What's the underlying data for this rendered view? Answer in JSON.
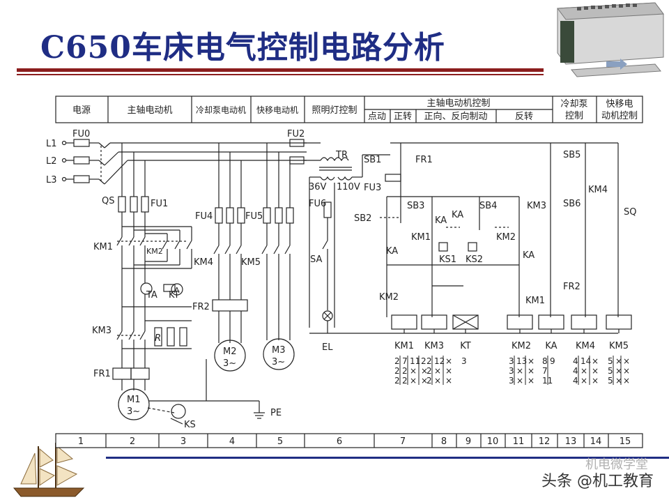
{
  "title": "C650车床电气控制电路分析",
  "header_cells": [
    "电源",
    "主轴电动机",
    "冷却泵电动机",
    "快移电动机",
    "照明灯控制"
  ],
  "spindle_control": {
    "label": "主轴电动机控制",
    "sub": [
      "点动",
      "正转",
      "正向、反向制动",
      "反转"
    ]
  },
  "coolant_control": [
    "冷却泵",
    "控制"
  ],
  "rapid_control": [
    "快移电",
    "动机控制"
  ],
  "columns": [
    "1",
    "2",
    "3",
    "4",
    "5",
    "6",
    "7",
    "8",
    "9",
    "10",
    "11",
    "12",
    "13",
    "14",
    "15"
  ],
  "labels": {
    "L1": "L1",
    "L2": "L2",
    "L3": "L3",
    "FU0": "FU0",
    "QS": "QS",
    "FU1": "FU1",
    "KM1": "KM1",
    "KM2": "KM2",
    "TA": "TA",
    "KT": "KT",
    "A": "A",
    "KM3": "KM3",
    "R": "R",
    "FR1": "FR1",
    "M1": "M1",
    "M1s": "3~",
    "KS": "KS",
    "FU4": "FU4",
    "FU5": "FU5",
    "KM4": "KM4",
    "KM5": "KM5",
    "FR2": "FR2",
    "M2": "M2",
    "M2s": "3~",
    "M3": "M3",
    "M3s": "3~",
    "PE": "PE",
    "FU2": "FU2",
    "TR": "TR",
    "V36": "36V",
    "V110": "110V",
    "FU3": "FU3",
    "FU6": "FU6",
    "SA": "SA",
    "EL": "EL",
    "SB1": "SB1",
    "FR1c": "FR1",
    "SB3": "SB3",
    "SB4": "SB4",
    "SB2": "SB2",
    "KA": "KA",
    "KS1": "KS1",
    "KS2": "KS2",
    "KM3c": "KM3",
    "SB5": "SB5",
    "SB6": "SB6",
    "SQ": "SQ",
    "KM4c": "KM4",
    "FR2c": "FR2"
  },
  "coils": [
    "KM1",
    "KM3",
    "KT",
    "KM2",
    "KA",
    "KM4",
    "KM5"
  ],
  "contact_refs": [
    [
      "2\n2\n2",
      "7\n2\n2",
      "11\n×\n×",
      "2\n×\n×"
    ],
    [
      "2\n2\n2",
      "12\n×\n×",
      "×\n×\n×"
    ],
    [
      "3"
    ],
    [
      "3\n3\n3",
      "13\n×\n×",
      "×\n×\n×"
    ],
    [
      "8\n7\n11",
      "9"
    ],
    [
      "4\n4\n4",
      "14\n×\n×",
      "×\n×\n×"
    ],
    [
      "5\n5\n5",
      "×\n×\n×",
      "×\n×\n×"
    ]
  ],
  "watermark": "头条 @机工教育",
  "watermark_faint": "机电微学堂"
}
